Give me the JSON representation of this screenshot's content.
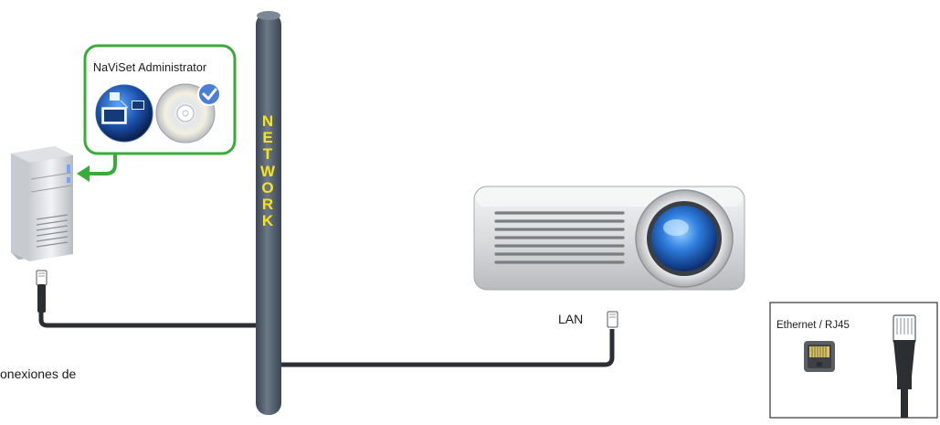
{
  "software_box": {
    "title": "NaViSet Administrator"
  },
  "network_bus": {
    "letters": [
      "N",
      "E",
      "T",
      "W",
      "O",
      "R",
      "K"
    ]
  },
  "projector": {
    "port_label": "LAN"
  },
  "caption": {
    "text": "onexiones de"
  },
  "legend": {
    "title": "Ethernet / RJ45"
  },
  "colors": {
    "network_bar": "#4a5866",
    "network_text": "#f7e31a",
    "callout_border": "#3aaa3a",
    "cable": "#2b2f33",
    "projector_body": "#d9dadc",
    "lens": "#2d6fd0"
  }
}
